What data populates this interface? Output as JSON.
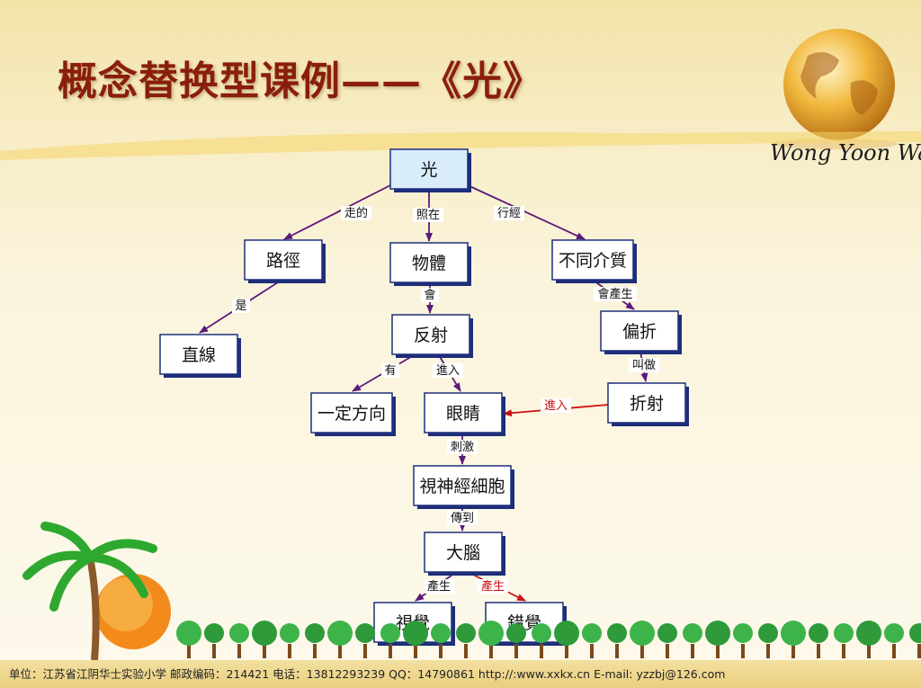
{
  "slide": {
    "title": "概念替换型课例——《光》",
    "signature": "Wong Yoon Wah",
    "footer": "单位：江苏省江阴华士实验小学  邮政编码：214421   电话：13812293239 QQ：14790861  http://:www.xxkx.cn    E-mail: yzzbj@126.com"
  },
  "colors": {
    "node_fill": "#ffffff",
    "root_fill": "#d9ecfa",
    "node_border": "#1e2e7a",
    "arrow_purple": "#5b1a7a",
    "arrow_red": "#cc1111",
    "title": "#8a1e0c"
  },
  "diagram": {
    "nodes": [
      {
        "id": "guang",
        "label": "光",
        "root": true
      },
      {
        "id": "lujing",
        "label": "路徑"
      },
      {
        "id": "wuti",
        "label": "物體"
      },
      {
        "id": "butong",
        "label": "不同介質"
      },
      {
        "id": "zhixian",
        "label": "直線"
      },
      {
        "id": "fanshe",
        "label": "反射"
      },
      {
        "id": "pianzhe",
        "label": "偏折"
      },
      {
        "id": "yiding",
        "label": "一定方向"
      },
      {
        "id": "yanjing",
        "label": "眼睛"
      },
      {
        "id": "zheshe",
        "label": "折射"
      },
      {
        "id": "shishen",
        "label": "視神經細胞"
      },
      {
        "id": "danao",
        "label": "大腦"
      },
      {
        "id": "shijue",
        "label": "視覺"
      },
      {
        "id": "cuojue",
        "label": "錯覺"
      }
    ],
    "edges": [
      {
        "from": "guang",
        "to": "lujing",
        "label": "走的"
      },
      {
        "from": "guang",
        "to": "wuti",
        "label": "照在"
      },
      {
        "from": "guang",
        "to": "butong",
        "label": "行經"
      },
      {
        "from": "lujing",
        "to": "zhixian",
        "label": "是"
      },
      {
        "from": "wuti",
        "to": "fanshe",
        "label": "會"
      },
      {
        "from": "butong",
        "to": "pianzhe",
        "label": "會產生"
      },
      {
        "from": "fanshe",
        "to": "yiding",
        "label": "有"
      },
      {
        "from": "fanshe",
        "to": "yanjing",
        "label": "進入"
      },
      {
        "from": "pianzhe",
        "to": "zheshe",
        "label": "叫做"
      },
      {
        "from": "zheshe",
        "to": "yanjing",
        "label": "進入",
        "red": true
      },
      {
        "from": "yanjing",
        "to": "shishen",
        "label": "刺激"
      },
      {
        "from": "shishen",
        "to": "danao",
        "label": "傳到"
      },
      {
        "from": "danao",
        "to": "shijue",
        "label": "產生"
      },
      {
        "from": "danao",
        "to": "cuojue",
        "label": "產生",
        "red": true
      }
    ]
  }
}
